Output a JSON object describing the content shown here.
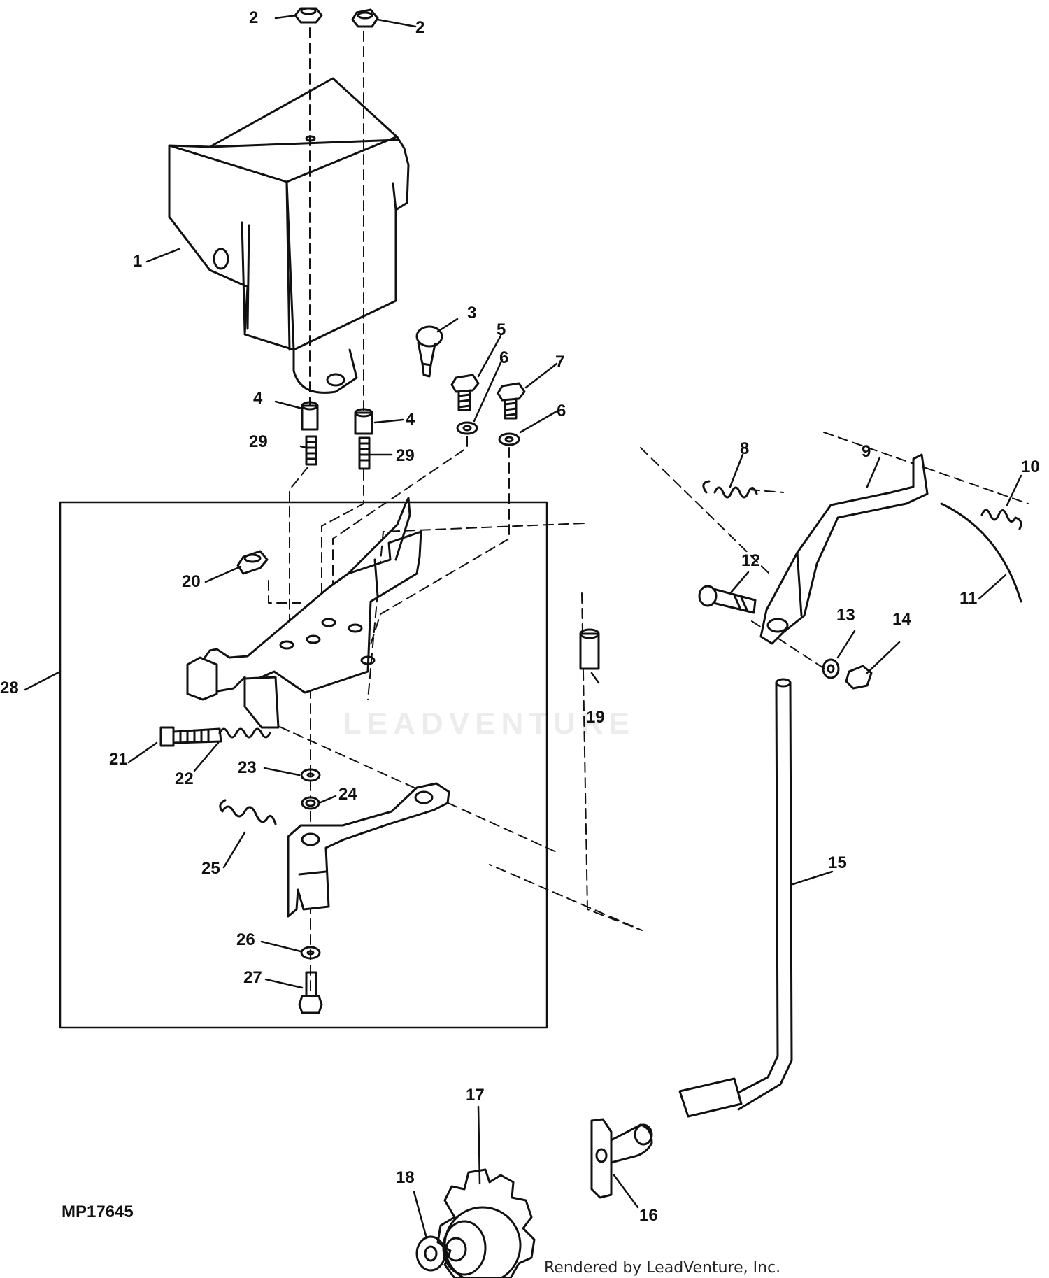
{
  "diagram": {
    "code": "MP17645",
    "credit": "Rendered by LeadVenture, Inc.",
    "watermark": "LEADVENTURE",
    "callouts": [
      "1",
      "2",
      "2",
      "3",
      "4",
      "4",
      "5",
      "6",
      "6",
      "7",
      "8",
      "9",
      "10",
      "11",
      "12",
      "13",
      "14",
      "15",
      "16",
      "17",
      "18",
      "19",
      "20",
      "21",
      "22",
      "23",
      "24",
      "25",
      "26",
      "27",
      "28",
      "29",
      "29"
    ]
  },
  "colors": {
    "ink": "#111111",
    "paper": "#ffffff"
  }
}
